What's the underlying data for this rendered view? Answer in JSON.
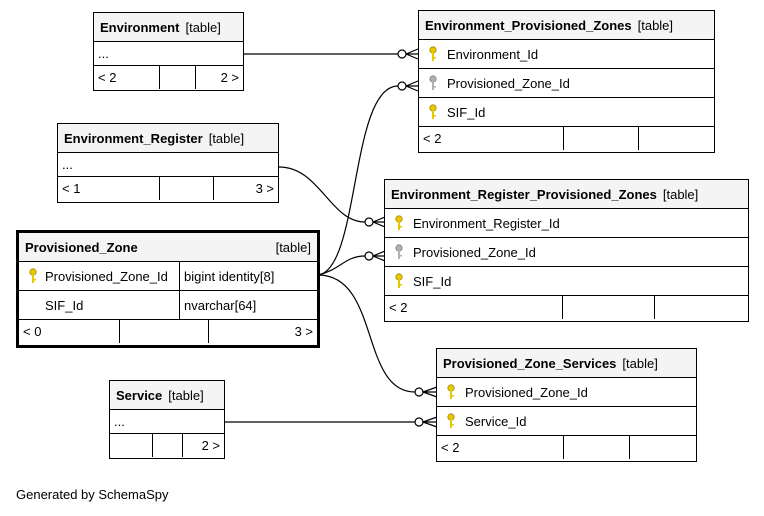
{
  "caption": "Generated by SchemaSpy",
  "table_type_label": "[table]",
  "tables": {
    "environment": {
      "name": "Environment",
      "ellipsis": "...",
      "footer": [
        "< 2",
        "",
        "2 >"
      ]
    },
    "env_prov_zones": {
      "name": "Environment_Provisioned_Zones",
      "columns": [
        {
          "name": "Environment_Id",
          "key": "gold"
        },
        {
          "name": "Provisioned_Zone_Id",
          "key": "grey"
        },
        {
          "name": "SIF_Id",
          "key": "gold"
        }
      ],
      "footer": [
        "< 2",
        "",
        ""
      ]
    },
    "environment_register": {
      "name": "Environment_Register",
      "ellipsis": "...",
      "footer": [
        "< 1",
        "",
        "3 >"
      ]
    },
    "env_reg_prov_zones": {
      "name": "Environment_Register_Provisioned_Zones",
      "columns": [
        {
          "name": "Environment_Register_Id",
          "key": "gold"
        },
        {
          "name": "Provisioned_Zone_Id",
          "key": "grey"
        },
        {
          "name": "SIF_Id",
          "key": "gold"
        }
      ],
      "footer": [
        "< 2",
        "",
        ""
      ]
    },
    "provisioned_zone": {
      "name": "Provisioned_Zone",
      "columns": [
        {
          "name": "Provisioned_Zone_Id",
          "type": "bigint identity[8]",
          "key": "gold"
        },
        {
          "name": "SIF_Id",
          "type": "nvarchar[64]",
          "key": "none"
        }
      ],
      "footer": [
        "< 0",
        "",
        "3 >"
      ]
    },
    "pz_services": {
      "name": "Provisioned_Zone_Services",
      "columns": [
        {
          "name": "Provisioned_Zone_Id",
          "key": "gold"
        },
        {
          "name": "Service_Id",
          "key": "gold"
        }
      ],
      "footer": [
        "< 2",
        "",
        ""
      ]
    },
    "service": {
      "name": "Service",
      "ellipsis": "...",
      "footer": [
        "",
        "",
        "2 >"
      ]
    }
  },
  "colors": {
    "key_gold": "#e8c800",
    "key_grey": "#b0b0b0",
    "header_bg": "#f4f4f4"
  }
}
